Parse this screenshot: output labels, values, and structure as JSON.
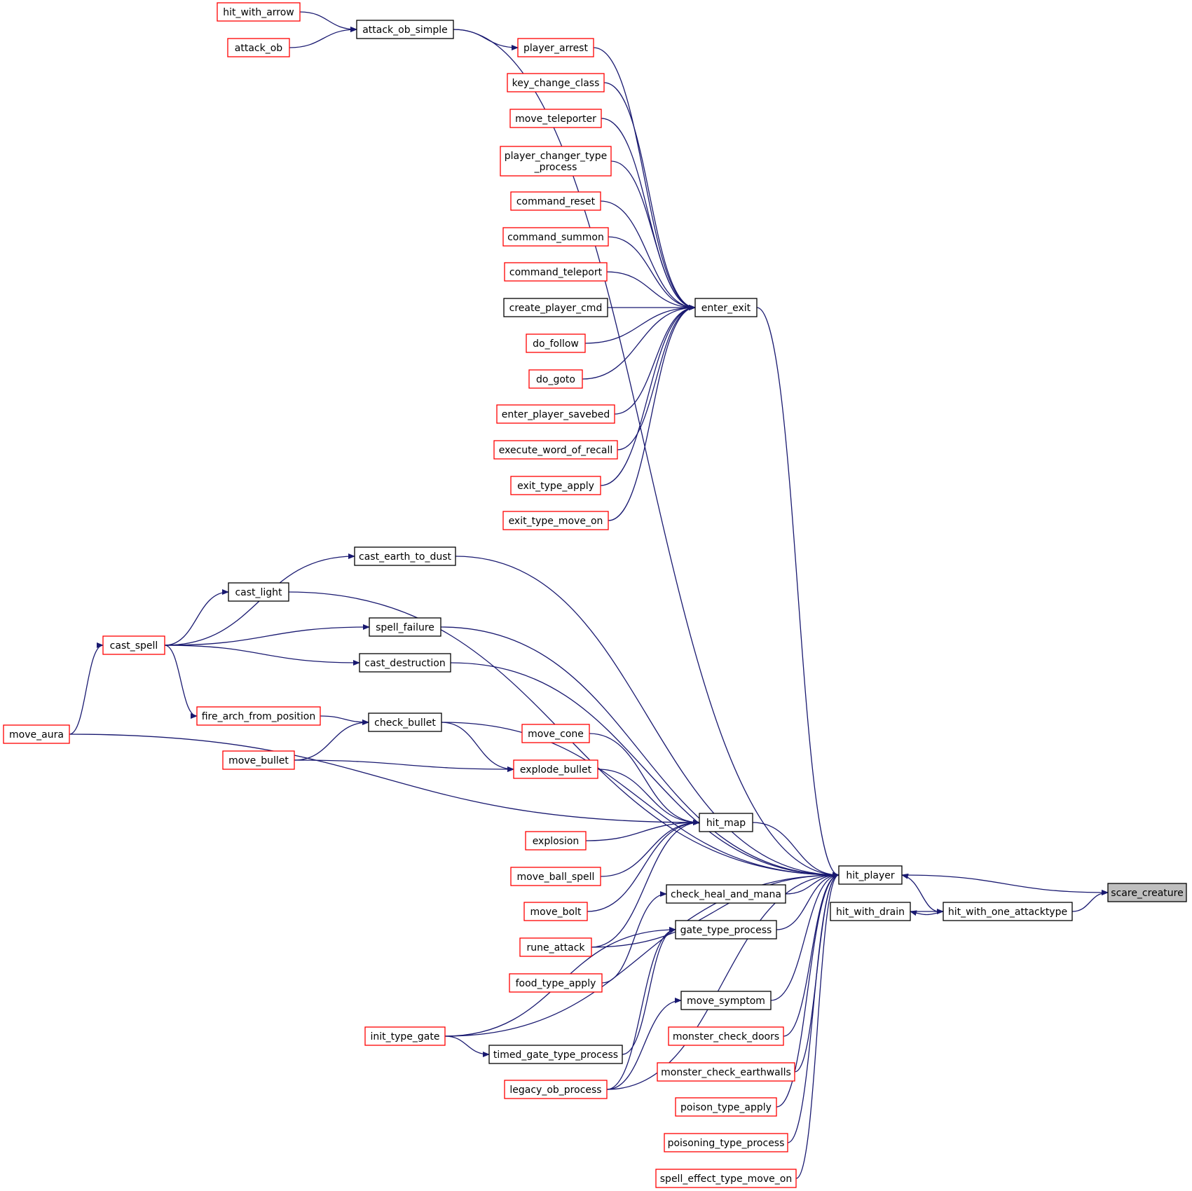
{
  "colors": {
    "edge": "#191970",
    "node_link_border": "#ff0000",
    "node_plain_border": "#000000",
    "node_root_fill": "#bfbfbf"
  },
  "nodes": [
    {
      "id": "scare_creature",
      "label": "scare_creature",
      "style": "root"
    },
    {
      "id": "hit_player",
      "label": "hit_player",
      "style": "plain"
    },
    {
      "id": "hit_with_one_attacktype",
      "label": "hit_with_one_attacktype",
      "style": "plain"
    },
    {
      "id": "hit_with_drain",
      "label": "hit_with_drain",
      "style": "plain"
    },
    {
      "id": "enter_exit",
      "label": "enter_exit",
      "style": "plain"
    },
    {
      "id": "hit_map",
      "label": "hit_map",
      "style": "plain"
    },
    {
      "id": "attack_ob_simple",
      "label": "attack_ob_simple",
      "style": "plain"
    },
    {
      "id": "hit_with_arrow",
      "label": "hit_with_arrow",
      "style": "link"
    },
    {
      "id": "attack_ob",
      "label": "attack_ob",
      "style": "link"
    },
    {
      "id": "player_arrest",
      "label": "player_arrest",
      "style": "link"
    },
    {
      "id": "key_change_class",
      "label": "key_change_class",
      "style": "link"
    },
    {
      "id": "move_teleporter",
      "label": "move_teleporter",
      "style": "link"
    },
    {
      "id": "player_changer_type_process",
      "label": "player_changer_type\n_process",
      "style": "link"
    },
    {
      "id": "command_reset",
      "label": "command_reset",
      "style": "link"
    },
    {
      "id": "command_summon",
      "label": "command_summon",
      "style": "link"
    },
    {
      "id": "command_teleport",
      "label": "command_teleport",
      "style": "link"
    },
    {
      "id": "create_player_cmd",
      "label": "create_player_cmd",
      "style": "plain"
    },
    {
      "id": "do_follow",
      "label": "do_follow",
      "style": "link"
    },
    {
      "id": "do_goto",
      "label": "do_goto",
      "style": "link"
    },
    {
      "id": "enter_player_savebed",
      "label": "enter_player_savebed",
      "style": "link"
    },
    {
      "id": "execute_word_of_recall",
      "label": "execute_word_of_recall",
      "style": "link"
    },
    {
      "id": "exit_type_apply",
      "label": "exit_type_apply",
      "style": "link"
    },
    {
      "id": "exit_type_move_on",
      "label": "exit_type_move_on",
      "style": "link"
    },
    {
      "id": "cast_earth_to_dust",
      "label": "cast_earth_to_dust",
      "style": "plain"
    },
    {
      "id": "cast_light",
      "label": "cast_light",
      "style": "plain"
    },
    {
      "id": "spell_failure",
      "label": "spell_failure",
      "style": "plain"
    },
    {
      "id": "cast_destruction",
      "label": "cast_destruction",
      "style": "plain"
    },
    {
      "id": "cast_spell",
      "label": "cast_spell",
      "style": "link"
    },
    {
      "id": "move_aura",
      "label": "move_aura",
      "style": "link"
    },
    {
      "id": "fire_arch_from_position",
      "label": "fire_arch_from_position",
      "style": "link"
    },
    {
      "id": "check_bullet",
      "label": "check_bullet",
      "style": "plain"
    },
    {
      "id": "move_bullet",
      "label": "move_bullet",
      "style": "link"
    },
    {
      "id": "move_cone",
      "label": "move_cone",
      "style": "link"
    },
    {
      "id": "explode_bullet",
      "label": "explode_bullet",
      "style": "link"
    },
    {
      "id": "explosion",
      "label": "explosion",
      "style": "link"
    },
    {
      "id": "move_ball_spell",
      "label": "move_ball_spell",
      "style": "link"
    },
    {
      "id": "move_bolt",
      "label": "move_bolt",
      "style": "link"
    },
    {
      "id": "rune_attack",
      "label": "rune_attack",
      "style": "link"
    },
    {
      "id": "food_type_apply",
      "label": "food_type_apply",
      "style": "link"
    },
    {
      "id": "check_heal_and_mana",
      "label": "check_heal_and_mana",
      "style": "plain"
    },
    {
      "id": "gate_type_process",
      "label": "gate_type_process",
      "style": "plain"
    },
    {
      "id": "init_type_gate",
      "label": "init_type_gate",
      "style": "link"
    },
    {
      "id": "timed_gate_type_process",
      "label": "timed_gate_type_process",
      "style": "plain"
    },
    {
      "id": "legacy_ob_process",
      "label": "legacy_ob_process",
      "style": "link"
    },
    {
      "id": "move_symptom",
      "label": "move_symptom",
      "style": "plain"
    },
    {
      "id": "monster_check_doors",
      "label": "monster_check_doors",
      "style": "link"
    },
    {
      "id": "monster_check_earthwalls",
      "label": "monster_check_earthwalls",
      "style": "link"
    },
    {
      "id": "poison_type_apply",
      "label": "poison_type_apply",
      "style": "link"
    },
    {
      "id": "poisoning_type_process",
      "label": "poisoning_type_process",
      "style": "link"
    },
    {
      "id": "spell_effect_type_move_on",
      "label": "spell_effect_type_move_on",
      "style": "link"
    }
  ],
  "edges": [
    {
      "from": "hit_player",
      "to": "scare_creature"
    },
    {
      "from": "hit_with_one_attacktype",
      "to": "scare_creature"
    },
    {
      "from": "hit_with_one_attacktype",
      "to": "hit_player"
    },
    {
      "from": "hit_with_one_attacktype",
      "to": "hit_with_drain"
    },
    {
      "from": "hit_with_drain",
      "to": "hit_with_one_attacktype"
    },
    {
      "from": "enter_exit",
      "to": "hit_player"
    },
    {
      "from": "attack_ob_simple",
      "to": "hit_player"
    },
    {
      "from": "hit_map",
      "to": "hit_player"
    },
    {
      "from": "cast_earth_to_dust",
      "to": "hit_player"
    },
    {
      "from": "cast_light",
      "to": "hit_player"
    },
    {
      "from": "spell_failure",
      "to": "hit_player"
    },
    {
      "from": "cast_destruction",
      "to": "hit_player"
    },
    {
      "from": "check_bullet",
      "to": "hit_player"
    },
    {
      "from": "rune_attack",
      "to": "hit_player"
    },
    {
      "from": "check_heal_and_mana",
      "to": "hit_player"
    },
    {
      "from": "gate_type_process",
      "to": "hit_player"
    },
    {
      "from": "init_type_gate",
      "to": "hit_player"
    },
    {
      "from": "move_symptom",
      "to": "hit_player"
    },
    {
      "from": "legacy_ob_process",
      "to": "hit_player"
    },
    {
      "from": "monster_check_doors",
      "to": "hit_player"
    },
    {
      "from": "monster_check_earthwalls",
      "to": "hit_player"
    },
    {
      "from": "poison_type_apply",
      "to": "hit_player"
    },
    {
      "from": "poisoning_type_process",
      "to": "hit_player"
    },
    {
      "from": "spell_effect_type_move_on",
      "to": "hit_player"
    },
    {
      "from": "hit_with_arrow",
      "to": "attack_ob_simple"
    },
    {
      "from": "attack_ob",
      "to": "attack_ob_simple"
    },
    {
      "from": "attack_ob_simple",
      "to": "player_arrest"
    },
    {
      "from": "player_arrest",
      "to": "enter_exit"
    },
    {
      "from": "key_change_class",
      "to": "enter_exit"
    },
    {
      "from": "move_teleporter",
      "to": "enter_exit"
    },
    {
      "from": "player_changer_type_process",
      "to": "enter_exit"
    },
    {
      "from": "command_reset",
      "to": "enter_exit"
    },
    {
      "from": "command_summon",
      "to": "enter_exit"
    },
    {
      "from": "command_teleport",
      "to": "enter_exit"
    },
    {
      "from": "create_player_cmd",
      "to": "enter_exit"
    },
    {
      "from": "do_follow",
      "to": "enter_exit"
    },
    {
      "from": "do_goto",
      "to": "enter_exit"
    },
    {
      "from": "enter_player_savebed",
      "to": "enter_exit"
    },
    {
      "from": "execute_word_of_recall",
      "to": "enter_exit"
    },
    {
      "from": "exit_type_apply",
      "to": "enter_exit"
    },
    {
      "from": "exit_type_move_on",
      "to": "enter_exit"
    },
    {
      "from": "cast_spell",
      "to": "cast_earth_to_dust"
    },
    {
      "from": "cast_spell",
      "to": "cast_light"
    },
    {
      "from": "cast_spell",
      "to": "spell_failure"
    },
    {
      "from": "cast_spell",
      "to": "cast_destruction"
    },
    {
      "from": "cast_spell",
      "to": "fire_arch_from_position"
    },
    {
      "from": "move_aura",
      "to": "cast_spell"
    },
    {
      "from": "move_aura",
      "to": "hit_map"
    },
    {
      "from": "fire_arch_from_position",
      "to": "check_bullet"
    },
    {
      "from": "move_bullet",
      "to": "check_bullet"
    },
    {
      "from": "move_bullet",
      "to": "explode_bullet"
    },
    {
      "from": "check_bullet",
      "to": "explode_bullet"
    },
    {
      "from": "move_cone",
      "to": "hit_map"
    },
    {
      "from": "explode_bullet",
      "to": "hit_map"
    },
    {
      "from": "explosion",
      "to": "hit_map"
    },
    {
      "from": "move_ball_spell",
      "to": "hit_map"
    },
    {
      "from": "move_bolt",
      "to": "hit_map"
    },
    {
      "from": "rune_attack",
      "to": "hit_map"
    },
    {
      "from": "food_type_apply",
      "to": "check_heal_and_mana"
    },
    {
      "from": "init_type_gate",
      "to": "gate_type_process"
    },
    {
      "from": "timed_gate_type_process",
      "to": "gate_type_process"
    },
    {
      "from": "legacy_ob_process",
      "to": "gate_type_process"
    },
    {
      "from": "init_type_gate",
      "to": "timed_gate_type_process"
    },
    {
      "from": "legacy_ob_process",
      "to": "move_symptom"
    }
  ]
}
